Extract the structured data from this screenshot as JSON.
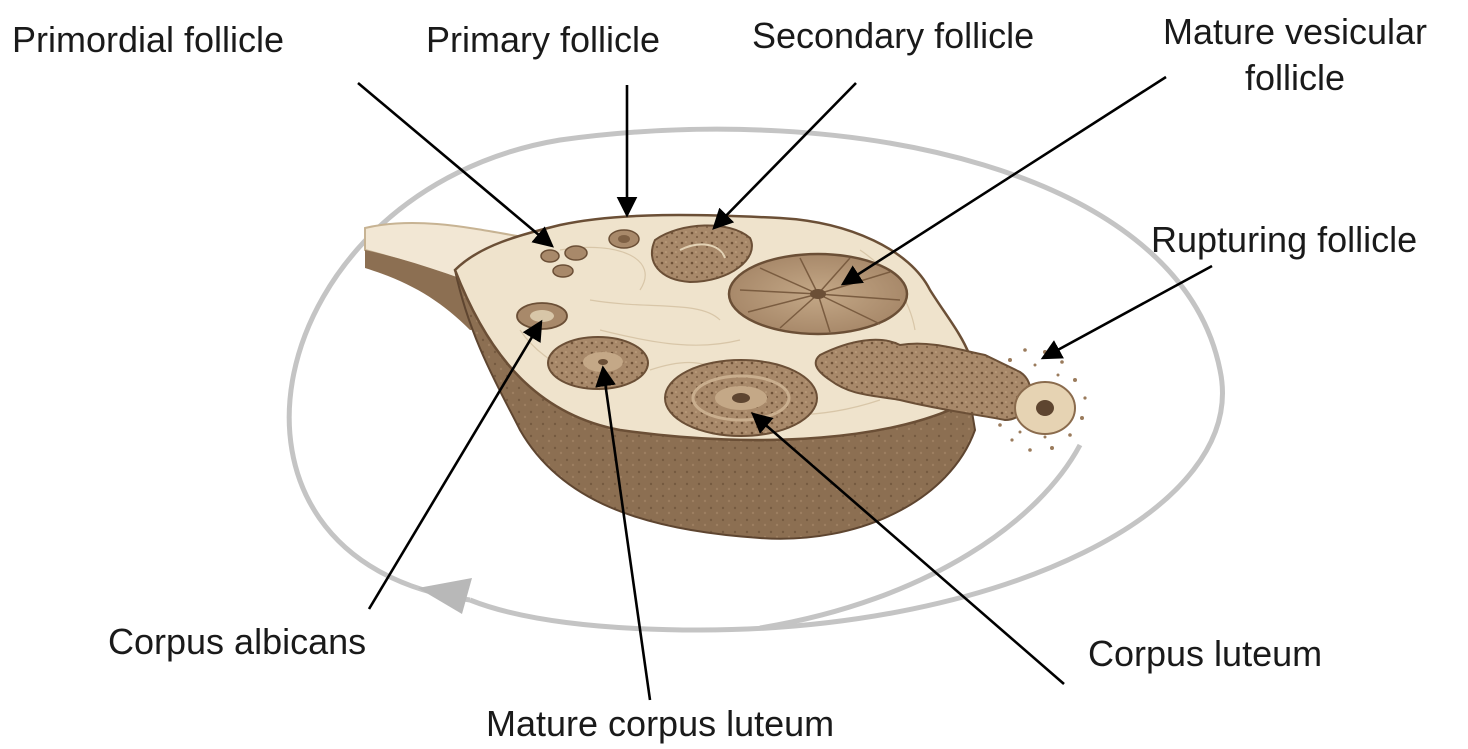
{
  "labels": {
    "primordial": "Primordial follicle",
    "primary": "Primary follicle",
    "secondary": "Secondary follicle",
    "mature_vesicular_line1": "Mature vesicular",
    "mature_vesicular_line2": "follicle",
    "rupturing": "Rupturing follicle",
    "corpus_albicans": "Corpus albicans",
    "corpus_luteum": "Corpus luteum",
    "mature_corpus_luteum": "Mature corpus luteum"
  },
  "colors": {
    "ovary_surface": "#efe3cc",
    "ovary_side": "#8c6f52",
    "follicle_fill": "#a58767",
    "follicle_stroke": "#6b4f36",
    "cycle_arrow": "#bdbdbd",
    "leader_line": "#000000"
  }
}
